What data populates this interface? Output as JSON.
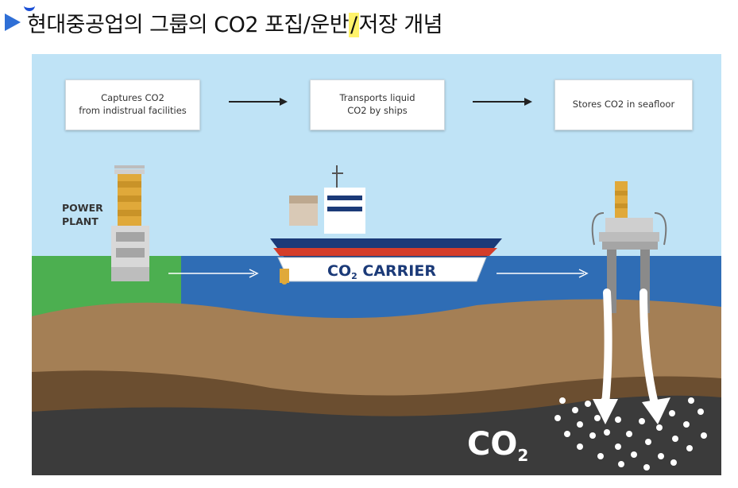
{
  "header": {
    "title_main": "현대중공업의 그룹의 CO2 포집/운반",
    "title_slash": "/",
    "title_rest": "저장 개념"
  },
  "steps": [
    {
      "label": "Captures CO2\nfrom indistrual facilities"
    },
    {
      "label": "Transports liquid\nCO2 by ships"
    },
    {
      "label": "Stores CO2 in seafloor"
    }
  ],
  "power_plant": {
    "label_line1": "POWER",
    "label_line2": "PLANT"
  },
  "ship": {
    "label_main": "CO",
    "label_sub": "2",
    "label_rest": " CARRIER"
  },
  "storage": {
    "label_main": "CO",
    "label_sub": "2"
  },
  "colors": {
    "sky": "#bfe3f6",
    "sea": "#2f6db5",
    "land": "#4caf50",
    "soil_light": "#a47f55",
    "soil_dark": "#6b4e30",
    "bedrock": "#3b3b3b",
    "accent_blue": "#2f6fd6",
    "highlight": "#fff36b"
  }
}
